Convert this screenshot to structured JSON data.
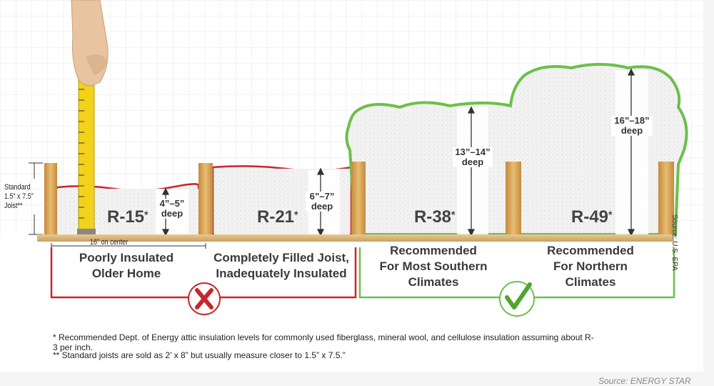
{
  "joist_label": {
    "line1": "Standard",
    "line2": "1.5” x 7.5”",
    "line3": "Joist**"
  },
  "spacing_label": "16” on center",
  "sections": [
    {
      "rating": "R-15",
      "mark": "*",
      "depth_line1": "4”–5”",
      "depth_line2": "deep",
      "caption_line1": "Poorly Insulated",
      "caption_line2": "Older Home",
      "caption_line3": ""
    },
    {
      "rating": "R-21",
      "mark": "*",
      "depth_line1": "6”–7”",
      "depth_line2": "deep",
      "caption_line1": "Completely Filled Joist,",
      "caption_line2": "Inadequately Insulated",
      "caption_line3": ""
    },
    {
      "rating": "R-38",
      "mark": "*",
      "depth_line1": "13”–14”",
      "depth_line2": "deep",
      "caption_line1": "Recommended",
      "caption_line2": "For Most Southern",
      "caption_line3": "Climates"
    },
    {
      "rating": "R-49",
      "mark": "*",
      "depth_line1": "16”–18”",
      "depth_line2": "deep",
      "caption_line1": "Recommended",
      "caption_line2": "For Northern",
      "caption_line3": "Climates"
    }
  ],
  "source_side": "Source: U.S. EPA",
  "footnotes": [
    "* Recommended Dept. of Energy attic insulation levels for commonly used fiberglass, mineral wool, and cellulose insulation assuming about R-3 per inch.",
    "** Standard joists are sold as 2’ x 8” but usually measure closer to 1.5” x 7.5.”"
  ],
  "source_bottom": "Source: ENERGY STAR",
  "icons": {
    "bad": "x-mark-icon",
    "good": "check-mark-icon"
  },
  "colors": {
    "bad": "#c8262b",
    "good": "#6cc04a",
    "wood": "#d9a85a",
    "panel": "#ffffff"
  }
}
